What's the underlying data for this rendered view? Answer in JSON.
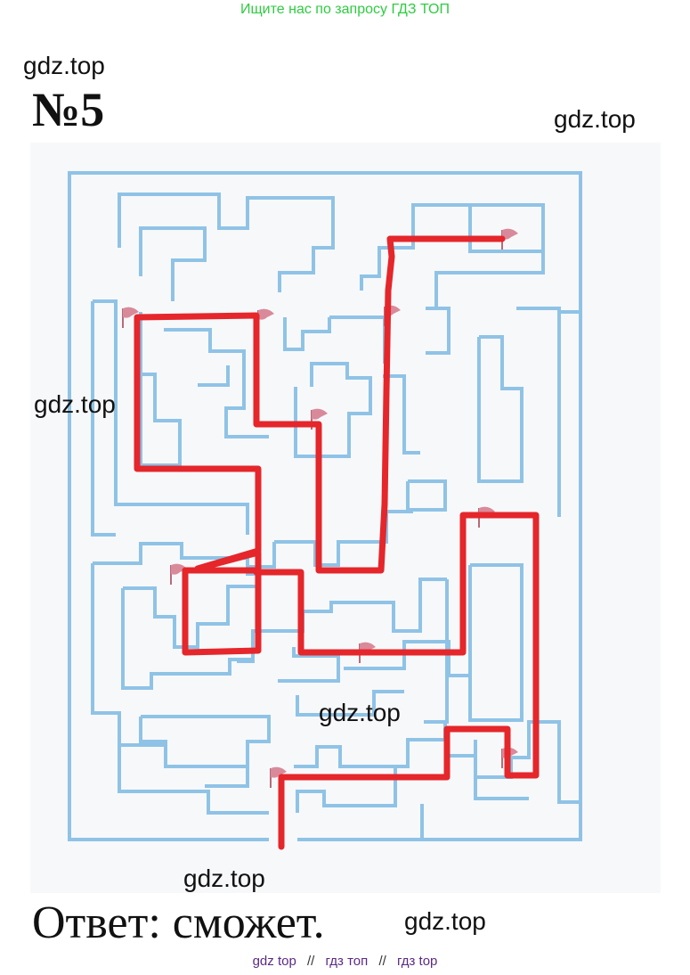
{
  "banner": {
    "text": "Ищите нас по запросу ГДЗ ТОП"
  },
  "task": {
    "number": "№5"
  },
  "watermarks": {
    "w1": "gdz.top",
    "w2": "gdz.top",
    "w3": "gdz.top",
    "w4": "gdz.top",
    "w5": "gdz.top",
    "w6": "gdz.top"
  },
  "answer": {
    "text": "Ответ: сможет."
  },
  "footer": {
    "links": [
      "gdz top",
      "гдз топ",
      "гдз top"
    ],
    "separator": "//"
  },
  "colors": {
    "maze_wall": "#8fc3e6",
    "path": "#e5262b",
    "flag": "#d98a9a",
    "banner": "#2ecc40",
    "footer_link": "#5b2a86"
  },
  "icons": [
    "flag-icon"
  ]
}
